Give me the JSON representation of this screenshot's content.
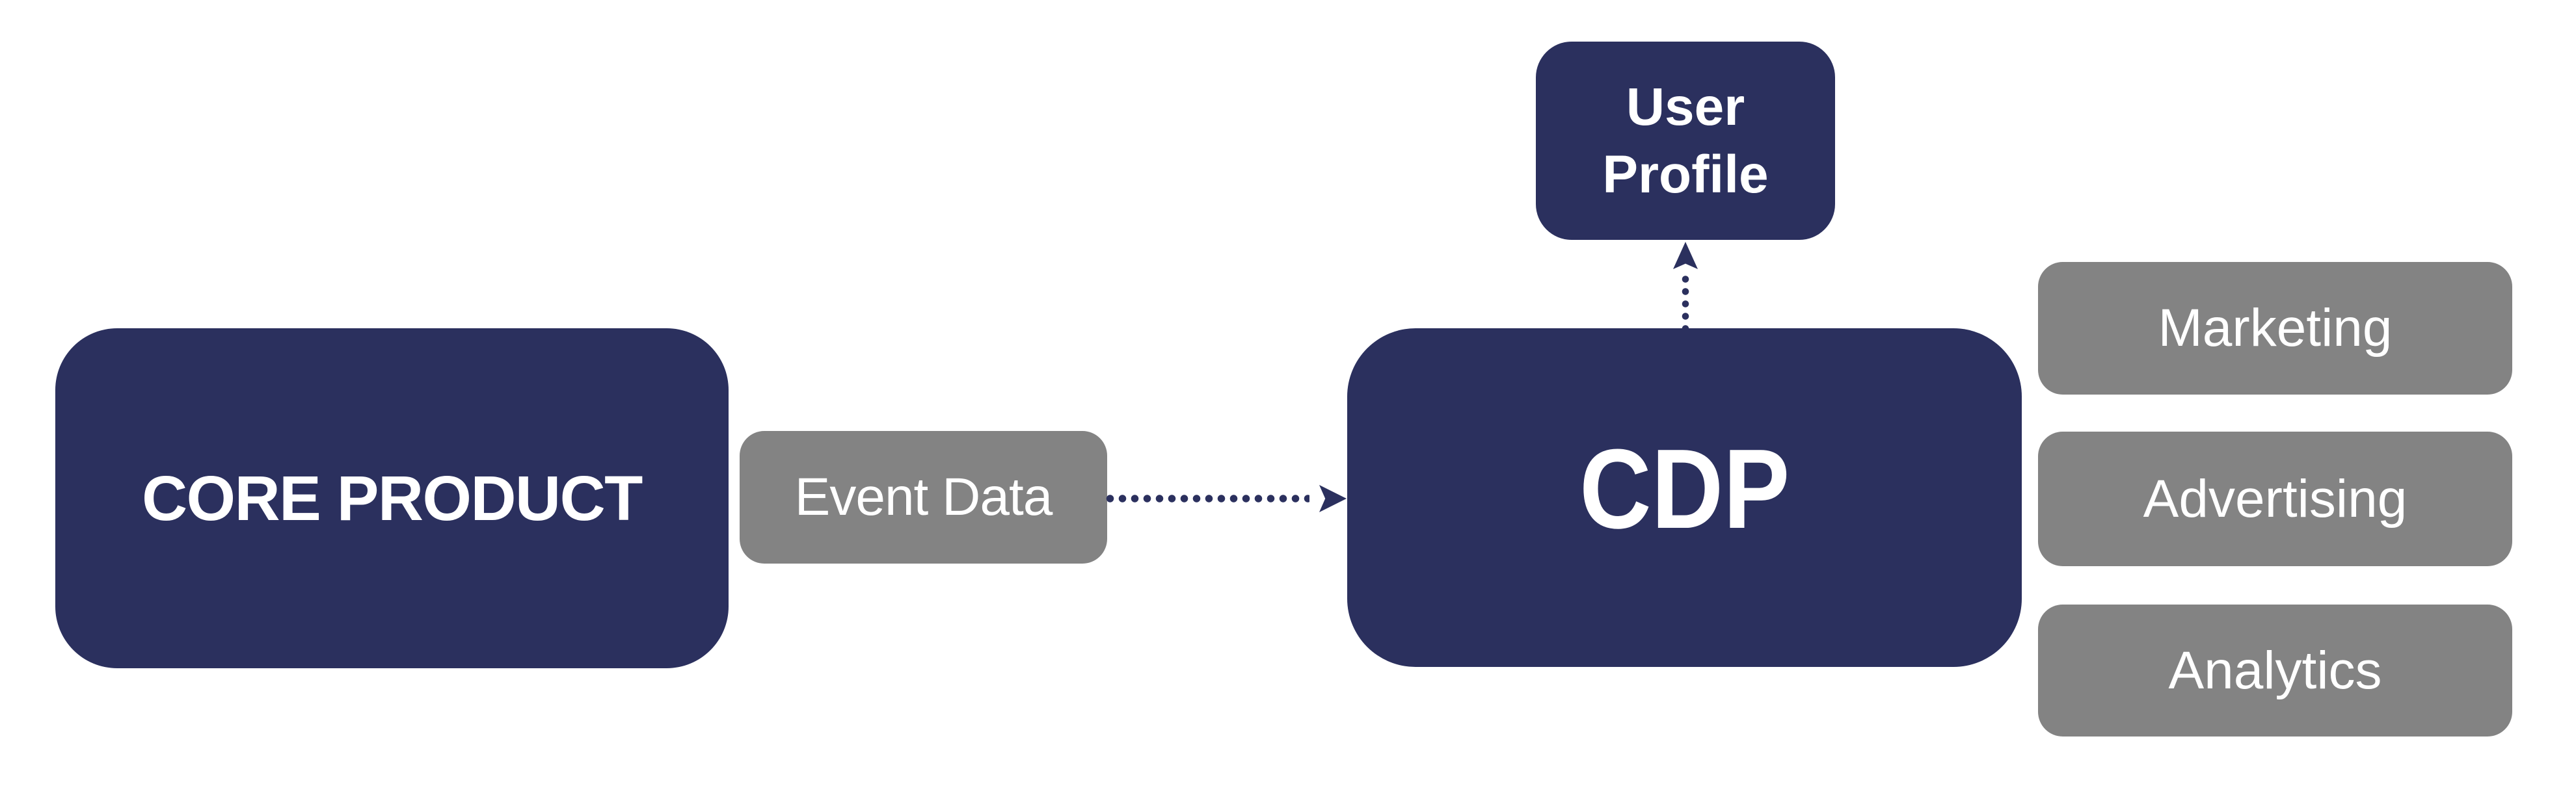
{
  "colors": {
    "navy": "#2B305E",
    "gray": "#838383",
    "text": "#FFFFFF",
    "background": "#FFFFFF"
  },
  "nodes": {
    "core_product": {
      "label": "CORE PRODUCT"
    },
    "event_data": {
      "label": "Event Data"
    },
    "cdp": {
      "label": "CDP"
    },
    "user_profile": {
      "lines": [
        "User",
        "Profile"
      ]
    },
    "destinations": [
      {
        "label": "Marketing"
      },
      {
        "label": "Advertising"
      },
      {
        "label": "Analytics"
      }
    ]
  },
  "connections": [
    {
      "from": "event_data",
      "to": "cdp",
      "style": "dotted",
      "direction": "right"
    },
    {
      "from": "cdp",
      "to": "user_profile",
      "style": "dotted",
      "direction": "up"
    }
  ]
}
